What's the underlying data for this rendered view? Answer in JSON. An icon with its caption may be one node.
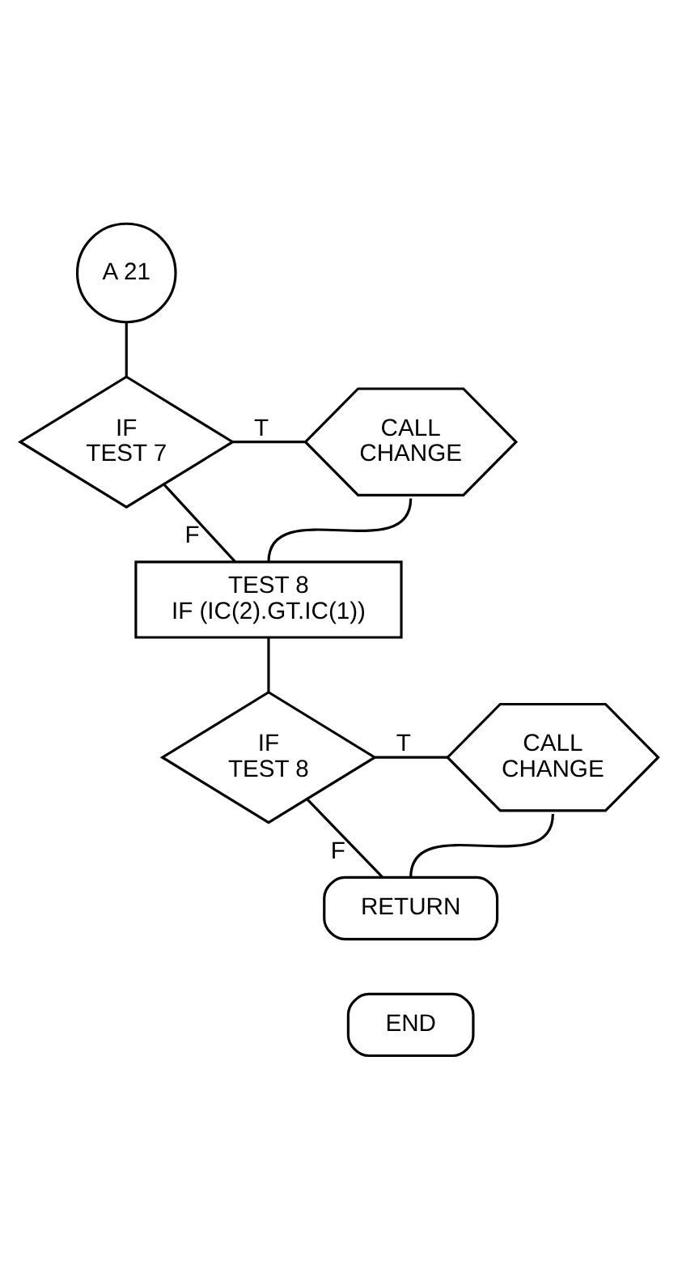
{
  "diagram": {
    "nodes": [
      {
        "text": [
          "A 21"
        ]
      },
      {
        "text": [
          "IF",
          "TEST 7"
        ]
      },
      {
        "text": [
          "CALL",
          "CHANGE"
        ]
      },
      {
        "text": [
          "TEST 8",
          "IF (IC(2).GT.IC(1))"
        ]
      },
      {
        "text": [
          "IF",
          "TEST 8"
        ]
      },
      {
        "text": [
          "CALL",
          "CHANGE"
        ]
      },
      {
        "text": [
          "RETURN"
        ]
      },
      {
        "text": [
          "END"
        ]
      }
    ],
    "edges": [
      {
        "from": 0,
        "to": 1,
        "arrow": "none"
      },
      {
        "from": 1,
        "to": 2,
        "arrow": "none",
        "label": "T"
      },
      {
        "from": 1,
        "to": 3,
        "arrow": "none",
        "label": "F"
      },
      {
        "from": 2,
        "to": 3,
        "arrow": "none"
      },
      {
        "from": 3,
        "to": 4,
        "arrow": "none"
      },
      {
        "from": 4,
        "to": 5,
        "arrow": "none",
        "label": "T"
      },
      {
        "from": 4,
        "to": 6,
        "arrow": "none",
        "label": "F"
      },
      {
        "from": 5,
        "to": 6,
        "arrow": "none"
      }
    ]
  }
}
